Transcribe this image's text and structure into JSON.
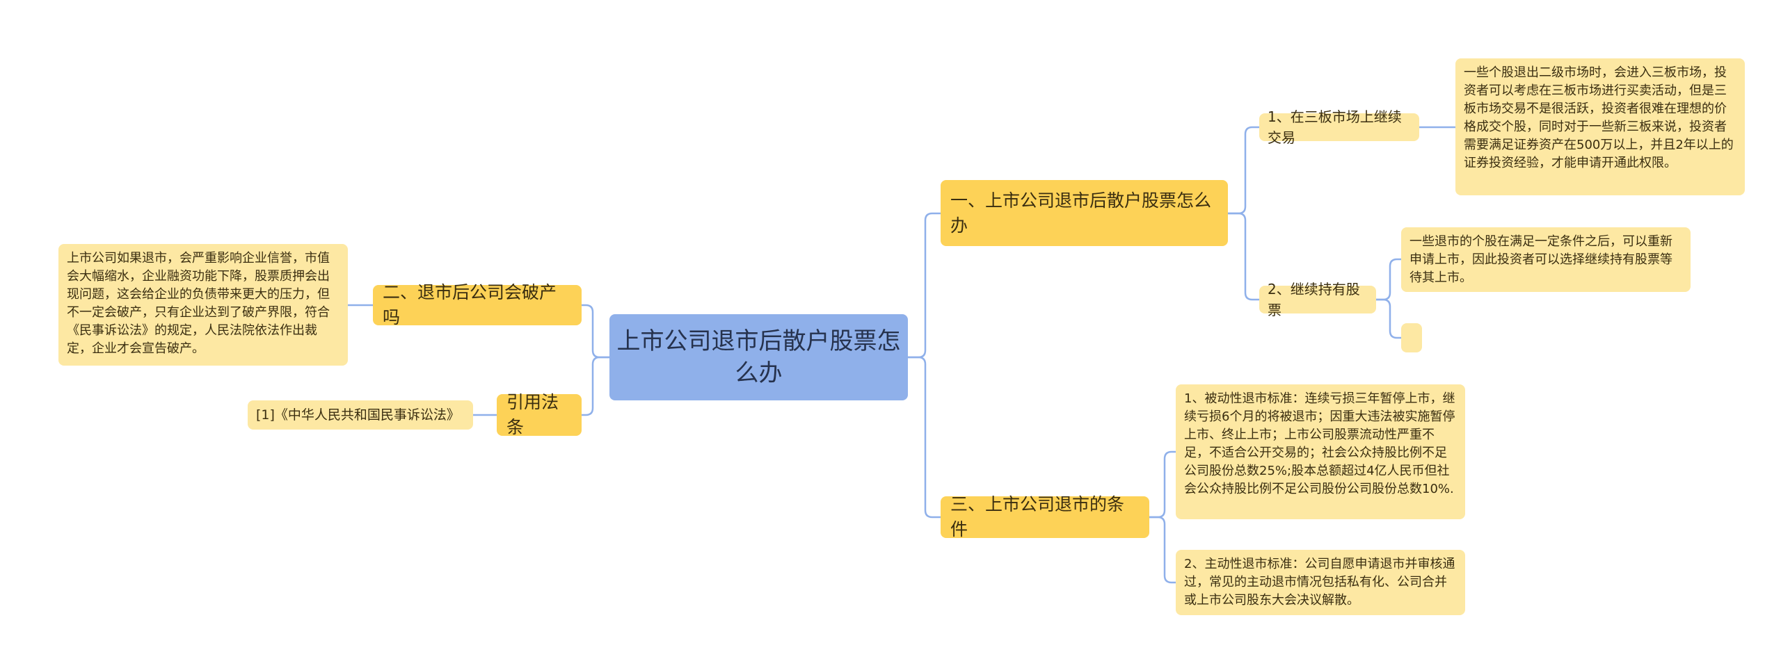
{
  "root": {
    "title": "上市公司退市后散户股票怎么办"
  },
  "branch_one": {
    "title": "一、上市公司退市后散户股票怎么办",
    "sub1": {
      "label": "1、在三板市场上继续交易",
      "detail": "一些个股退出二级市场时，会进入三板市场，投资者可以考虑在三板市场进行买卖活动，但是三板市场交易不是很活跃，投资者很难在理想的价格成交个股，同时对于一些新三板来说，投资者需要满足证券资产在500万以上，并且2年以上的证券投资经验，才能申请开通此权限。"
    },
    "sub2": {
      "label": "2、继续持有股票",
      "detail": "一些退市的个股在满足一定条件之后，可以重新申请上市，因此投资者可以选择继续持有股票等待其上市。",
      "extra": ""
    }
  },
  "branch_two": {
    "title": "二、退市后公司会破产吗",
    "detail": "上市公司如果退市，会严重影响企业信誉，市值会大幅缩水，企业融资功能下降，股票质押会出现问题，这会给企业的负债带来更大的压力，但不一定会破产，只有企业达到了破产界限，符合《民事诉讼法》的规定，人民法院依法作出裁定，企业才会宣告破产。"
  },
  "branch_three": {
    "title": "三、上市公司退市的条件",
    "item1": "1、被动性退市标准：连续亏损三年暂停上市，继续亏损6个月的将被退市；因重大违法被实施暂停上市、终止上市；上市公司股票流动性严重不足，不适合公开交易的；社会公众持股比例不足公司股份总数25%;股本总额超过4亿人民币但社会公众持股比例不足公司股份公司股份总数10%.",
    "item2": "2、主动性退市标准：公司自愿申请退市并审核通过，常见的主动退市情况包括私有化、公司合并或上市公司股东大会决议解散。"
  },
  "citation": {
    "title": "引用法条",
    "ref": "[1]《中华人民共和国民事诉讼法》"
  },
  "colors": {
    "root": "#8fb0ea",
    "branch": "#fdd257",
    "leaf": "#fde8a3",
    "connector": "#8fb0ea"
  }
}
